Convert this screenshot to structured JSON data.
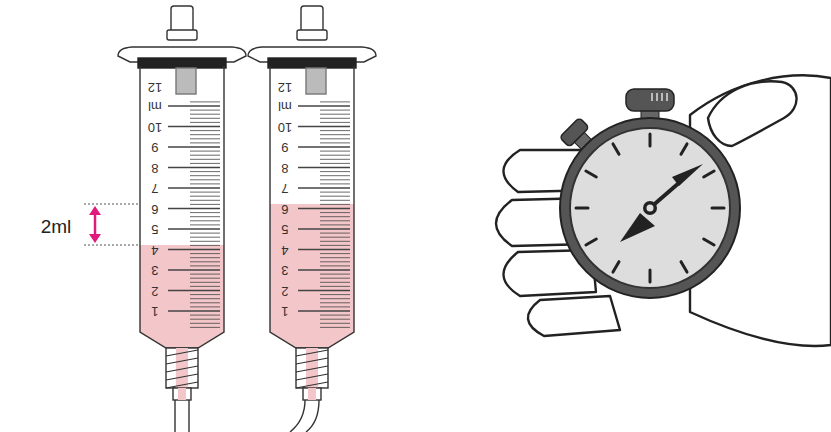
{
  "diagram": {
    "labels": [
      "2ml",
      "12",
      "ml",
      "10",
      "9",
      "8",
      "7",
      "6",
      "5",
      "4",
      "3",
      "2",
      "1",
      "12",
      "ml",
      "10",
      "9",
      "8",
      "7",
      "6",
      "5",
      "4",
      "3",
      "2",
      "1"
    ]
  }
}
